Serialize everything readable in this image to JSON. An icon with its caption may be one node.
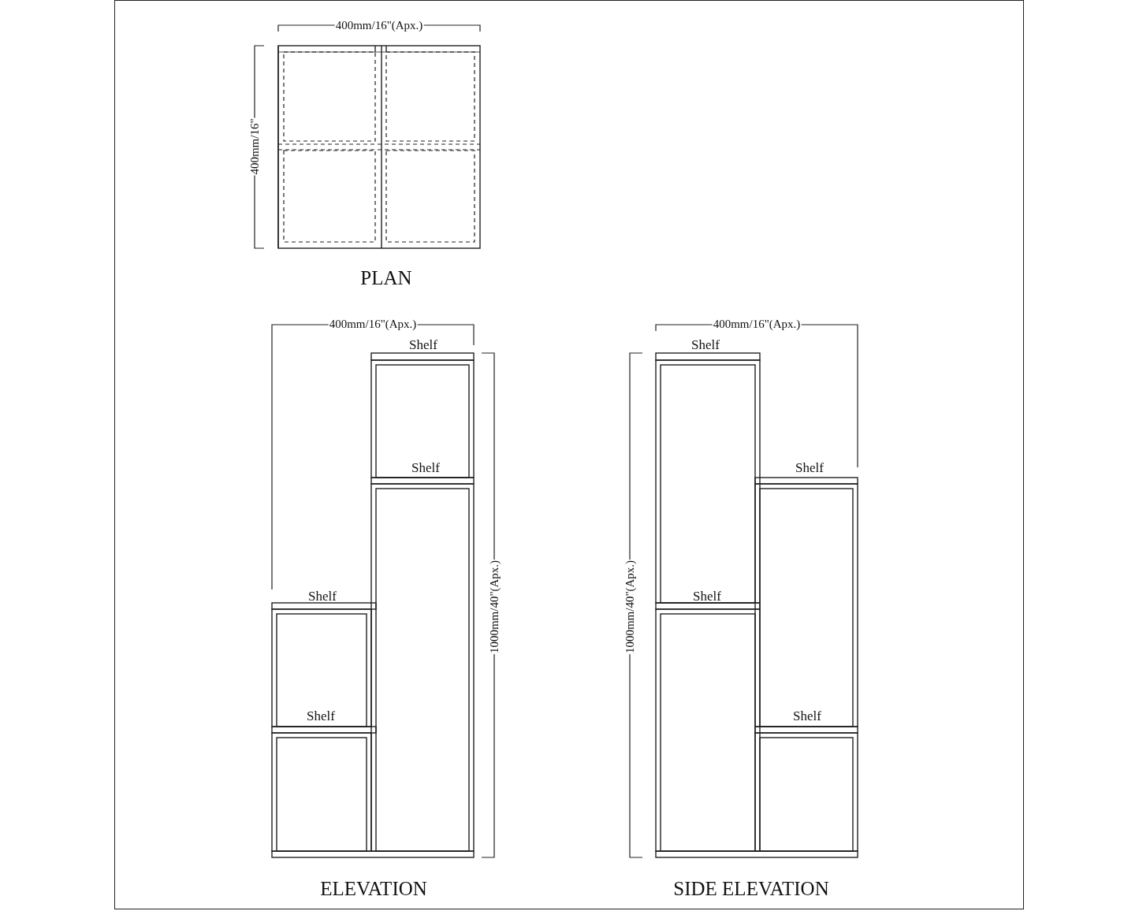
{
  "diagram": {
    "labels": [
      "400mm/16\"(Apx.)",
      "400mm/16\"",
      "PLAN",
      "400mm/16\"(Apx.)",
      "400mm/16\"(Apx.)",
      "Shelf",
      "Shelf",
      "Shelf",
      "Shelf",
      "1000mm/40\"(Apx.)",
      "1000mm/40\"(Apx.)",
      "Shelf",
      "Shelf",
      "Shelf",
      "Shelf",
      "ELEVATION",
      "SIDE ELEVATION"
    ]
  }
}
